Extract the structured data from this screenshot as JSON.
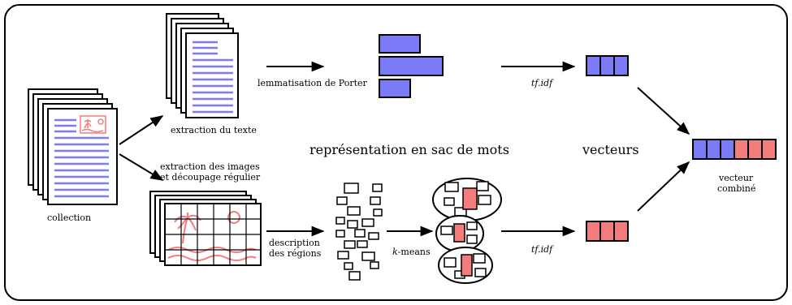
{
  "labels": {
    "collection": "collection",
    "text_extraction": "extraction du texte",
    "image_extraction_line1": "extraction des images",
    "image_extraction_line2": "et découpage régulier",
    "porter": "lemmatisation de Porter",
    "region_desc_line1": "description",
    "region_desc_line2": "des régions",
    "kmeans_k": "k",
    "kmeans_rest": "-means",
    "tfidf_top": "tf.idf",
    "tfidf_bottom": "tf.idf",
    "bag_of_words": "représentation en sac de mots",
    "vectors": "vecteurs",
    "combined_line1": "vecteur",
    "combined_line2": "combiné"
  },
  "colors": {
    "text_blue": "#7b7bf7",
    "image_red": "#f47c7c",
    "frame": "#000000"
  }
}
